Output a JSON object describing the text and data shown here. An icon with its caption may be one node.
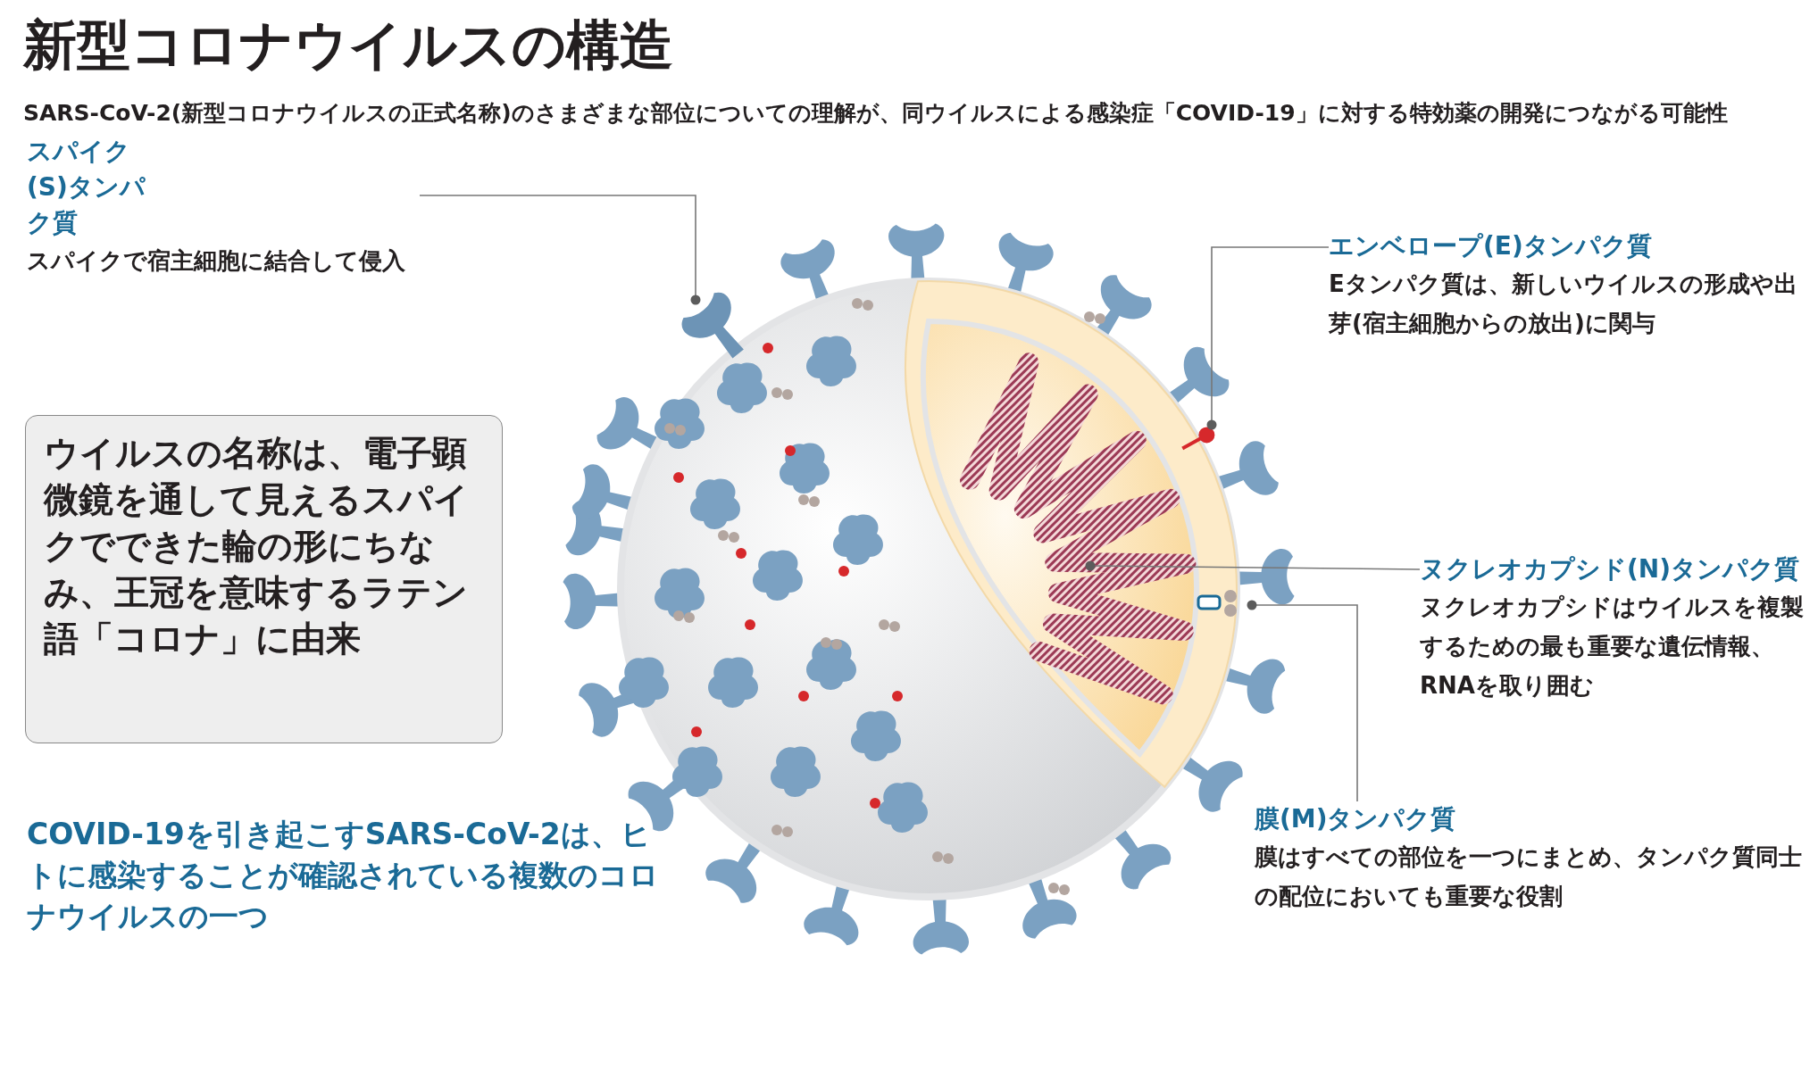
{
  "diagram": {
    "title": "新型コロナウイルスの構造",
    "nodes": [
      {
        "text": [
          "スパイク(S)タンパク質",
          "スパイクで宿主細胞に結合して侵入"
        ]
      },
      {
        "text": [
          "エンベロープ(E)タンパク質",
          "Eタンパク質は、新しいウイルスの形成や出芽(宿主細胞からの放出)に関与"
        ]
      },
      {
        "text": [
          "ヌクレオカプシド(N)タンパク質",
          "ヌクレオカプシドはウイルスを複製するための最も重要な遺伝情報、RNAを取り囲む"
        ]
      },
      {
        "text": [
          "膜(M)タンパク質",
          "膜はすべての部位を一つにまとめ、タンパク質同士の配位においても重要な役割"
        ]
      },
      {
        "text": [
          "ウイルスの名称は、電子顕微鏡を通して見えるスパイクでできた輪の形にちなみ、王冠を意味するラテン語「コロナ」に由来"
        ]
      },
      {
        "text": [],
        "shape": "picture"
      },
      {
        "text": [],
        "shape": "picture"
      },
      {
        "text": [],
        "shape": "picture"
      },
      {
        "text": [],
        "shape": "picture"
      }
    ],
    "edges": [
      {
        "from": 0,
        "to": 5,
        "arrow": "other"
      },
      {
        "from": 1,
        "to": 6,
        "arrow": "other"
      },
      {
        "from": 2,
        "to": 7,
        "arrow": "other"
      },
      {
        "from": 3,
        "to": 8,
        "arrow": "other"
      }
    ],
    "labels": [
      "SARS-CoV-2(新型コロナウイルスの正式名称)のさまざまな部位についての理解が、同ウイルスによる感染症「COVID-19」に対する特効薬の開発につながる可能性",
      "COVID-19を引き起こすSARS-CoV-2は、ヒトに感染することが確認されている複数のコロナウイルスの一つ"
    ]
  }
}
